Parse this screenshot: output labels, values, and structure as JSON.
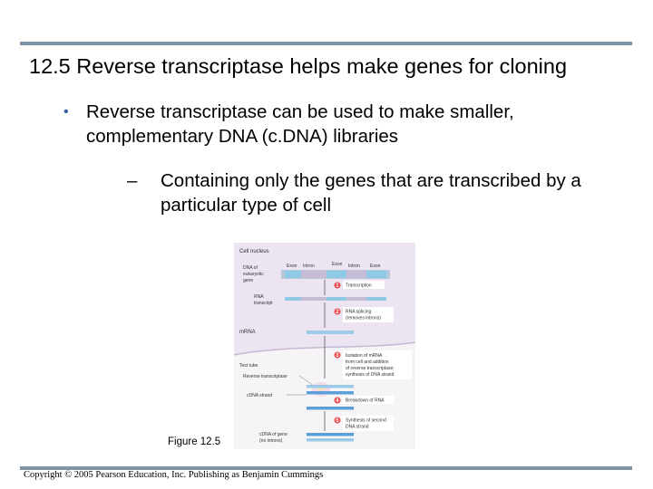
{
  "title": "12.5 Reverse transcriptase helps make genes for cloning",
  "bullets": [
    {
      "marker": "•",
      "text": "Reverse transcriptase can be used to make smaller, complementary DNA (c.DNA) libraries"
    },
    {
      "marker": "–",
      "text": "Containing only the genes that are transcribed by a particular type of cell"
    }
  ],
  "figure_caption": "Figure 12.5",
  "copyright": "Copyright © 2005 Pearson Education, Inc. Publishing as Benjamin Cummings",
  "diagram": {
    "cell_nucleus": "Cell nucleus",
    "dna_gene_label": [
      "DNA of",
      "eukaryotic",
      "gene"
    ],
    "exon1": "Exon",
    "intron1": "Intron",
    "exon2": "Exon",
    "intron2": "Intron",
    "exon3": "Exon",
    "rna_transcript_label": [
      "RNA",
      "transcript"
    ],
    "mrna_label": "mRNA",
    "test_tube": "Test tube",
    "reverse_transcriptase": "Reverse transcriptase",
    "cdna_strand": "cDNA strand",
    "cdna_of_gene": [
      "cDNA of gene",
      "(no introns)"
    ],
    "steps": [
      {
        "num": "1",
        "lines": [
          "Transcription"
        ]
      },
      {
        "num": "2",
        "lines": [
          "RNA splicing",
          "(removes introns)"
        ]
      },
      {
        "num": "3",
        "lines": [
          "Isolation of mRNA",
          "from cell and addition",
          "of reverse transcriptase;",
          "synthesis of DNA strand"
        ]
      },
      {
        "num": "4",
        "lines": [
          "Breakdown of RNA"
        ]
      },
      {
        "num": "5",
        "lines": [
          "Synthesis of second",
          "DNA strand"
        ]
      }
    ],
    "colors": {
      "nucleus_bg": "#ece4f0",
      "cell_bg": "#f7f4f8",
      "exon": "#8ecae6",
      "intron": "#c7bcd6",
      "step_circle": "#e8484a",
      "rna_strand": "#9ccbe8",
      "dna_strand": "#5aa0d6"
    }
  }
}
